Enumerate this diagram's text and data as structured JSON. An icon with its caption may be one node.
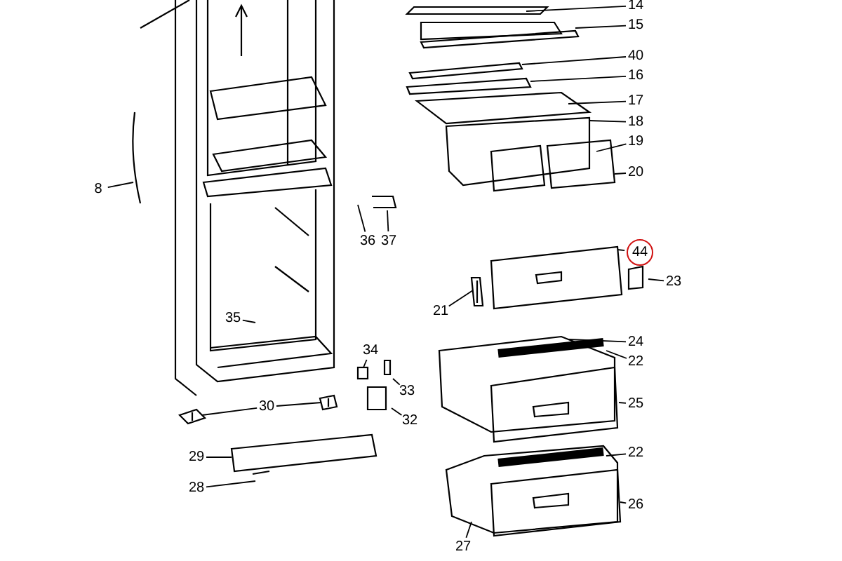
{
  "diagram": {
    "nodes": [
      {
        "text": [
          "14"
        ]
      },
      {
        "text": [
          "15"
        ]
      },
      {
        "text": [
          "40"
        ]
      },
      {
        "text": [
          "16"
        ]
      },
      {
        "text": [
          "17"
        ]
      },
      {
        "text": [
          "18"
        ]
      },
      {
        "text": [
          "19"
        ]
      },
      {
        "text": [
          "20"
        ]
      },
      {
        "text": [
          "8"
        ]
      },
      {
        "text": [
          "36"
        ]
      },
      {
        "text": [
          "37"
        ]
      },
      {
        "text": [
          "44"
        ]
      },
      {
        "text": [
          "21"
        ]
      },
      {
        "text": [
          "23"
        ]
      },
      {
        "text": [
          "24"
        ]
      },
      {
        "text": [
          "22"
        ]
      },
      {
        "text": [
          "35"
        ]
      },
      {
        "text": [
          "34"
        ]
      },
      {
        "text": [
          "33"
        ]
      },
      {
        "text": [
          "25"
        ]
      },
      {
        "text": [
          "30"
        ]
      },
      {
        "text": [
          "32"
        ]
      },
      {
        "text": [
          "29"
        ]
      },
      {
        "text": [
          "28"
        ]
      },
      {
        "text": [
          "22"
        ]
      },
      {
        "text": [
          "26"
        ]
      },
      {
        "text": [
          "27"
        ]
      },
      {
        "text": [],
        "shape": "picture"
      },
      {
        "text": [],
        "shape": "box"
      },
      {
        "text": [],
        "shape": "picture"
      },
      {
        "text": [],
        "shape": "picture"
      }
    ],
    "edges": [
      {
        "from": 0,
        "to": null,
        "arrow": "none"
      },
      {
        "from": 1,
        "to": null,
        "arrow": "none"
      },
      {
        "from": 2,
        "to": null,
        "arrow": "none"
      },
      {
        "from": 3,
        "to": null,
        "arrow": "none"
      },
      {
        "from": 4,
        "to": null,
        "arrow": "none"
      },
      {
        "from": 5,
        "to": null,
        "arrow": "none"
      },
      {
        "from": 6,
        "to": null,
        "arrow": "none"
      },
      {
        "from": 7,
        "to": null,
        "arrow": "none"
      },
      {
        "from": 8,
        "to": null,
        "arrow": "none"
      },
      {
        "from": 9,
        "to": null,
        "arrow": "none"
      },
      {
        "from": 10,
        "to": null,
        "arrow": "none"
      },
      {
        "from": 11,
        "to": null,
        "arrow": "none"
      },
      {
        "from": 12,
        "to": 27,
        "arrow": "none"
      },
      {
        "from": 13,
        "to": null,
        "arrow": "none"
      },
      {
        "from": 14,
        "to": null,
        "arrow": "none"
      },
      {
        "from": 15,
        "to": null,
        "arrow": "none"
      },
      {
        "from": 16,
        "to": null,
        "arrow": "none"
      },
      {
        "from": 17,
        "to": 28,
        "arrow": "none"
      },
      {
        "from": 18,
        "to": null,
        "arrow": "none"
      },
      {
        "from": 19,
        "to": null,
        "arrow": "none"
      },
      {
        "from": 20,
        "to": 29,
        "arrow": "none"
      },
      {
        "from": 20,
        "to": 30,
        "arrow": "none"
      },
      {
        "from": 21,
        "to": null,
        "arrow": "none"
      },
      {
        "from": 22,
        "to": null,
        "arrow": "none"
      },
      {
        "from": 23,
        "to": null,
        "arrow": "none"
      },
      {
        "from": 24,
        "to": null,
        "arrow": "none"
      },
      {
        "from": 25,
        "to": null,
        "arrow": "none"
      },
      {
        "from": 26,
        "to": null,
        "arrow": "none"
      }
    ]
  }
}
